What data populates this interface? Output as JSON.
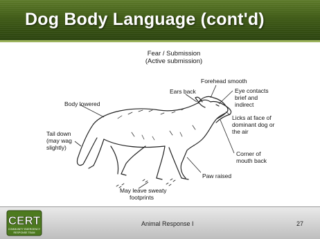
{
  "slide": {
    "title": "Dog Body Language (cont'd)",
    "footer_center": "Animal Response I",
    "page_number": "27",
    "logo": {
      "text": "CERT",
      "subtext_line1": "COMMUNITY EMERGENCY",
      "subtext_line2": "RESPONSE TEAM"
    }
  },
  "figure": {
    "heading_line1": "Fear / Submission",
    "heading_line2": "(Active submission)",
    "labels": {
      "forehead": "Forehead smooth",
      "ears": "Ears back",
      "eye_line1": "Eye contacts",
      "eye_line2": "brief and",
      "eye_line3": "indirect",
      "body": "Body lowered",
      "licks_line1": "Licks at face of",
      "licks_line2": "dominant dog or",
      "licks_line3": "the air",
      "tail_line1": "Tail down",
      "tail_line2": "(may wag",
      "tail_line3": "slightly)",
      "corner_line1": "Corner of",
      "corner_line2": "mouth back",
      "paw": "Paw raised",
      "sweat_line1": "May leave sweaty",
      "sweat_line2": "footprints"
    }
  },
  "colors": {
    "title_bar": "#3f5a16",
    "title_text": "#ffffff",
    "footer": "#c8c8c8",
    "logo_green": "#4d7a1f"
  }
}
